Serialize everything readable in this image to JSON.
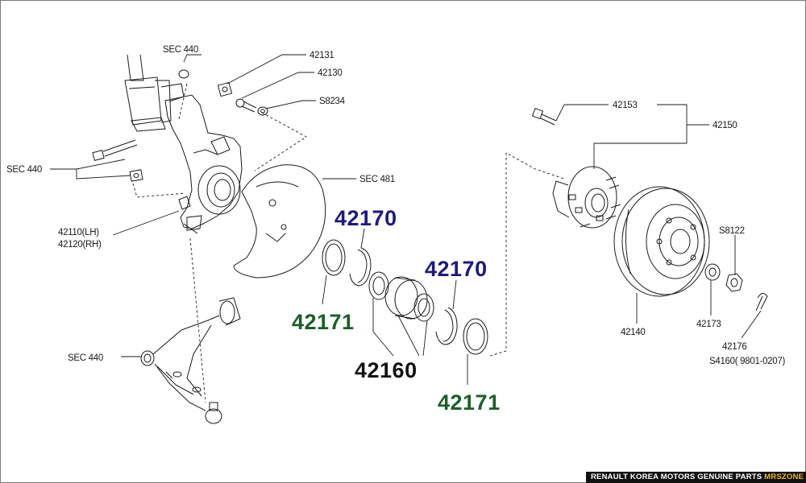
{
  "labels": {
    "sec440_top": "SEC 440",
    "p42131": "42131",
    "p42130": "42130",
    "s8234": "S8234",
    "sec440_left": "SEC 440",
    "sec481": "SEC 481",
    "p42110": "42110(LH)",
    "p42120": "42120(RH)",
    "sec440_bottom": "SEC 440",
    "p42153": "42153",
    "p42150": "42150",
    "s8122": "S8122",
    "p42140": "42140",
    "p42173": "42173",
    "p42176": "42176",
    "s4160": "S4160( 9801-0207)"
  },
  "callouts": {
    "c42170_a": "42170",
    "c42170_b": "42170",
    "c42171_a": "42171",
    "c42171_b": "42171",
    "c42160": "42160"
  },
  "colors": {
    "callout_blue": "#1d1a7a",
    "callout_green": "#1d5e2a",
    "callout_black": "#111111",
    "brand_yellow": "#f2b71b"
  },
  "banner": {
    "text": "RENAULT KOREA MOTORS GENUINE PARTS ",
    "brand": "MRSZONE"
  }
}
